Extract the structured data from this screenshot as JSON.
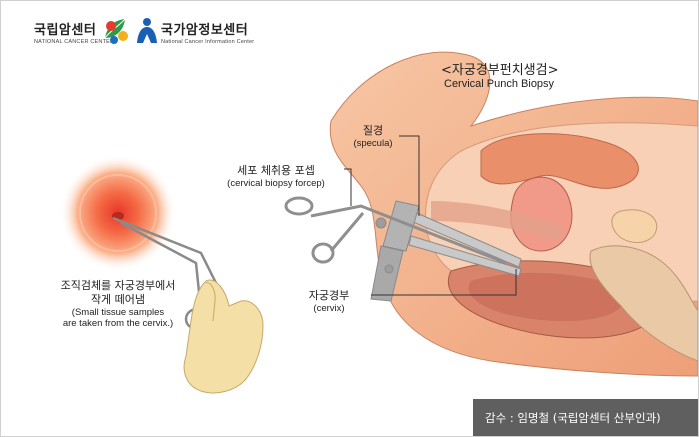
{
  "logos": {
    "ncc_ko": "국립암센터",
    "ncc_en": "NATIONAL CANCER CENTER",
    "nci_ko": "국가암정보센터",
    "nci_en": "National Cancer Information Center"
  },
  "title": {
    "ko": "<자궁경부펀치생검>",
    "en": "Cervical Punch Biopsy"
  },
  "labels": {
    "speculum_ko": "질경",
    "speculum_en": "(specula)",
    "forcep_ko": "세포 체취용 포셉",
    "forcep_en": "(cervical biopsy forcep)",
    "cervix_ko": "자궁경부",
    "cervix_en": "(cervix)",
    "sample_ko_1": "조직검체를 자궁경부에서",
    "sample_ko_2": "작게 떼어냄",
    "sample_en_1": "(Small tissue samples",
    "sample_en_2": "are taken from the cervix.)"
  },
  "footer": {
    "text": "감수 : 임명철 (국립암센터 산부인과)"
  },
  "colors": {
    "footer_bg": "#5f5f5f",
    "tissue": "#f2a079",
    "cervix_glow": "#f06a44",
    "instrument": "#9a9a9a",
    "glove": "#f4dfa6"
  },
  "icons": {
    "ncc_logo": "multicolor-leaf-icon",
    "nci_logo": "blue-figure-icon"
  }
}
